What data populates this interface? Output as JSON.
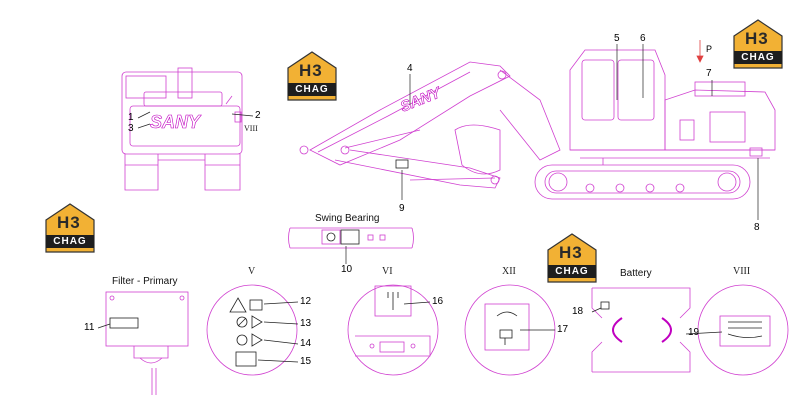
{
  "logo": {
    "letters": "H3",
    "sub": "CHAG"
  },
  "brand": {
    "name": "SANY"
  },
  "sections": {
    "swing_bearing": "Swing Bearing",
    "filter_primary": "Filter - Primary",
    "battery": "Battery"
  },
  "roman": {
    "v": "V",
    "vi": "VI",
    "xii": "XII",
    "viii": "VIII",
    "viii_small": "VIII"
  },
  "callouts": {
    "c1": "1",
    "c2": "2",
    "c3": "3",
    "c4": "4",
    "c5": "5",
    "c6": "6",
    "c7": "7",
    "c8": "8",
    "c9": "9",
    "c10": "10",
    "c11": "11",
    "c12": "12",
    "c13": "13",
    "c14": "14",
    "c15": "15",
    "c16": "16",
    "c17": "17",
    "c18": "18",
    "c19": "19",
    "p": "P"
  },
  "colors": {
    "line": "#d040d0",
    "dark": "#222222",
    "accent": "#ff40ff"
  }
}
